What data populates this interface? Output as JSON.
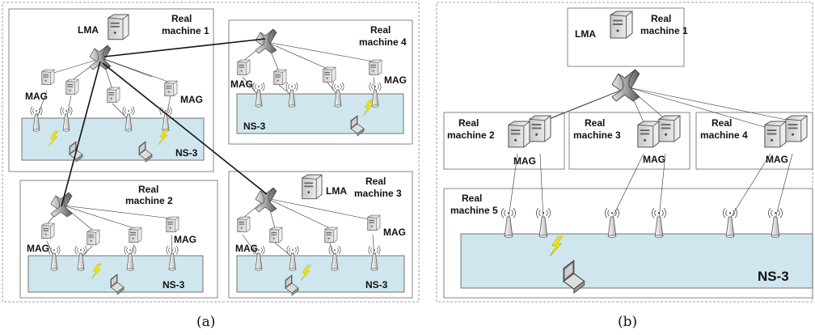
{
  "panels": {
    "a": {
      "caption": "(a)",
      "machines": [
        {
          "title_line1": "Real",
          "title_line2": "machine 1",
          "lma": "LMA",
          "mag_left": "MAG",
          "mag_right": "MAG",
          "ns3": "NS-3"
        },
        {
          "title_line1": "Real",
          "title_line2": "machine 4",
          "mag_left": "MAG",
          "mag_right": "MAG",
          "ns3": "NS-3"
        },
        {
          "title_line1": "Real",
          "title_line2": "machine 2",
          "mag_left": "MAG",
          "mag_right": "MAG",
          "ns3": "NS-3"
        },
        {
          "title_line1": "Real",
          "title_line2": "machine 3",
          "lma": "LMA",
          "mag_left": "MAG",
          "mag_right": "MAG",
          "ns3": "NS-3"
        }
      ]
    },
    "b": {
      "caption": "(b)",
      "lma": "LMA",
      "m1_line1": "Real",
      "m1_line2": "machine 1",
      "m2_line1": "Real",
      "m2_line2": "machine 2",
      "m3_line1": "Real",
      "m3_line2": "machine 3",
      "m4_line1": "Real",
      "m4_line2": "machine 4",
      "m5_line1": "Real",
      "m5_line2": "machine 5",
      "mag": "MAG",
      "ns3": "NS-3"
    }
  },
  "colors": {
    "ns3_fill": "#cfe6ee",
    "border": "#777777",
    "lightning": "#f2e600"
  }
}
